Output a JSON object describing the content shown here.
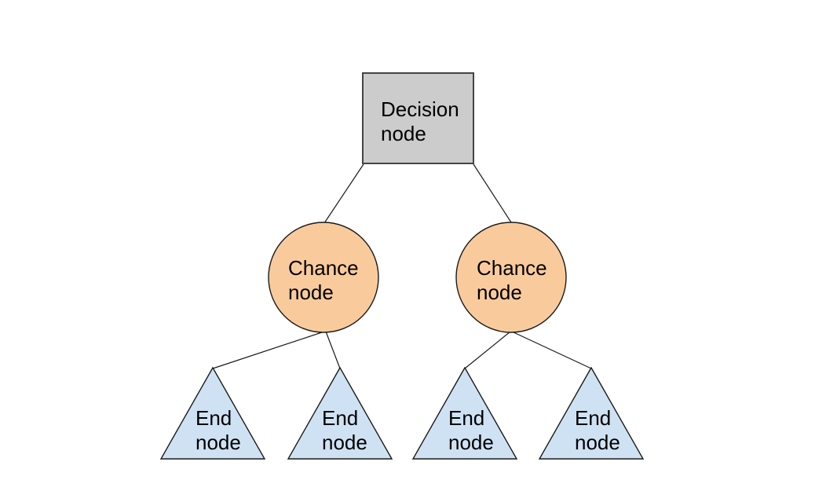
{
  "diagram": {
    "background_color": "#ffffff",
    "text_color": "#000000",
    "edge_color": "#1a1a1a",
    "nodes": {
      "decision": {
        "type": "decision",
        "shape": "square",
        "line1": "Decision",
        "line2": "node",
        "fill": "#cccccc",
        "stroke": "#444444"
      },
      "chance_left": {
        "type": "chance",
        "shape": "circle",
        "line1": "Chance",
        "line2": "node",
        "fill": "#f9cb9c",
        "stroke": "#1a1a1a"
      },
      "chance_right": {
        "type": "chance",
        "shape": "circle",
        "line1": "Chance",
        "line2": "node",
        "fill": "#f9cb9c",
        "stroke": "#1a1a1a"
      },
      "end_1": {
        "type": "end",
        "shape": "triangle",
        "line1": "End",
        "line2": "node",
        "fill": "#cfe2f3",
        "stroke": "#1a1a1a"
      },
      "end_2": {
        "type": "end",
        "shape": "triangle",
        "line1": "End",
        "line2": "node",
        "fill": "#cfe2f3",
        "stroke": "#1a1a1a"
      },
      "end_3": {
        "type": "end",
        "shape": "triangle",
        "line1": "End",
        "line2": "node",
        "fill": "#cfe2f3",
        "stroke": "#1a1a1a"
      },
      "end_4": {
        "type": "end",
        "shape": "triangle",
        "line1": "End",
        "line2": "node",
        "fill": "#cfe2f3",
        "stroke": "#1a1a1a"
      }
    },
    "edges": [
      {
        "from": "decision",
        "to": "chance_left"
      },
      {
        "from": "decision",
        "to": "chance_right"
      },
      {
        "from": "chance_left",
        "to": "end_1"
      },
      {
        "from": "chance_left",
        "to": "end_2"
      },
      {
        "from": "chance_right",
        "to": "end_3"
      },
      {
        "from": "chance_right",
        "to": "end_4"
      }
    ]
  }
}
